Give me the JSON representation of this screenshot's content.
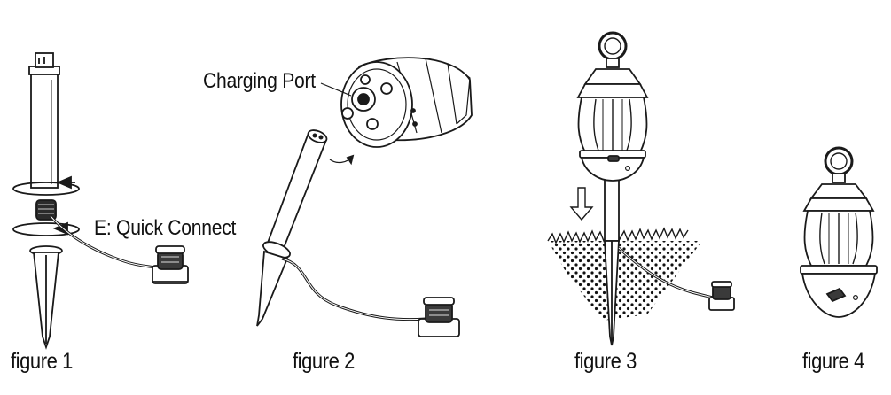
{
  "figures": [
    {
      "caption": "figure 1",
      "callout": "E: Quick Connect"
    },
    {
      "caption": "figure 2",
      "callout": "Charging Port"
    },
    {
      "caption": "figure 3"
    },
    {
      "caption": "figure 4"
    }
  ],
  "colors": {
    "line": "#1a1a1a",
    "background": "#ffffff",
    "fill": "#ffffff"
  }
}
